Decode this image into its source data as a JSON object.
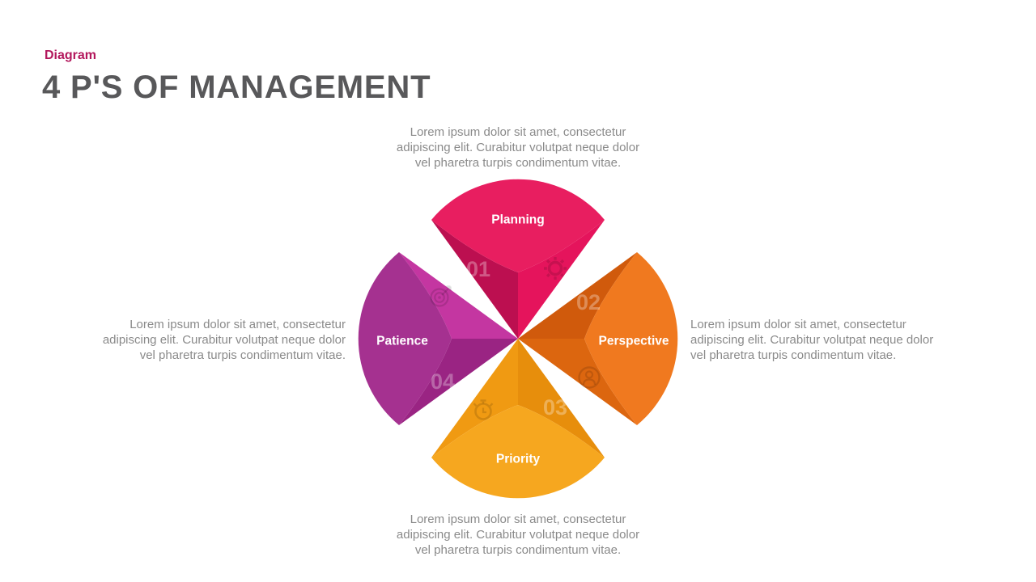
{
  "header": {
    "eyebrow": "Diagram",
    "eyebrow_color": "#B3175C",
    "title": "4 P'S OF MANAGEMENT",
    "title_color": "#58585A"
  },
  "petals": [
    {
      "label": "Planning",
      "number": "01",
      "icon": "gear-icon",
      "colors": {
        "cap": "#E81E60",
        "dark": "#BC0F50",
        "light": "#E5145C"
      }
    },
    {
      "label": "Perspective",
      "number": "02",
      "icon": "user-icon",
      "colors": {
        "cap": "#F0791F",
        "dark": "#D05A0C",
        "light": "#DC660F"
      }
    },
    {
      "label": "Priority",
      "number": "03",
      "icon": "alarm-clock-icon",
      "colors": {
        "cap": "#F6A71F",
        "dark": "#E78E0C",
        "light": "#F09A12"
      }
    },
    {
      "label": "Patience",
      "number": "04",
      "icon": "target-icon",
      "colors": {
        "cap": "#A53190",
        "dark": "#9A2483",
        "light": "#C436A1"
      }
    }
  ],
  "body_blocks": {
    "top": {
      "align": "center",
      "lines": [
        "Lorem ipsum dolor sit amet, consectetur",
        "adipiscing elit. Curabitur volutpat  neque dolor",
        "vel pharetra turpis condimentum vitae."
      ]
    },
    "right": {
      "align": "left",
      "lines": [
        "Lorem ipsum dolor sit amet, consectetur",
        "adipiscing elit. Curabitur volutpat  neque dolor",
        "vel pharetra turpis condimentum vitae."
      ]
    },
    "bottom": {
      "align": "center",
      "lines": [
        "Lorem ipsum dolor sit amet, consectetur",
        "adipiscing elit. Curabitur volutpat  neque dolor",
        "vel pharetra turpis condimentum vitae."
      ]
    },
    "left": {
      "align": "right",
      "lines": [
        "Lorem ipsum dolor sit amet, consectetur",
        "adipiscing elit. Curabitur volutpat  neque dolor",
        "vel pharetra turpis condimentum vitae."
      ]
    }
  },
  "body_text_color": "#8A8A8A"
}
